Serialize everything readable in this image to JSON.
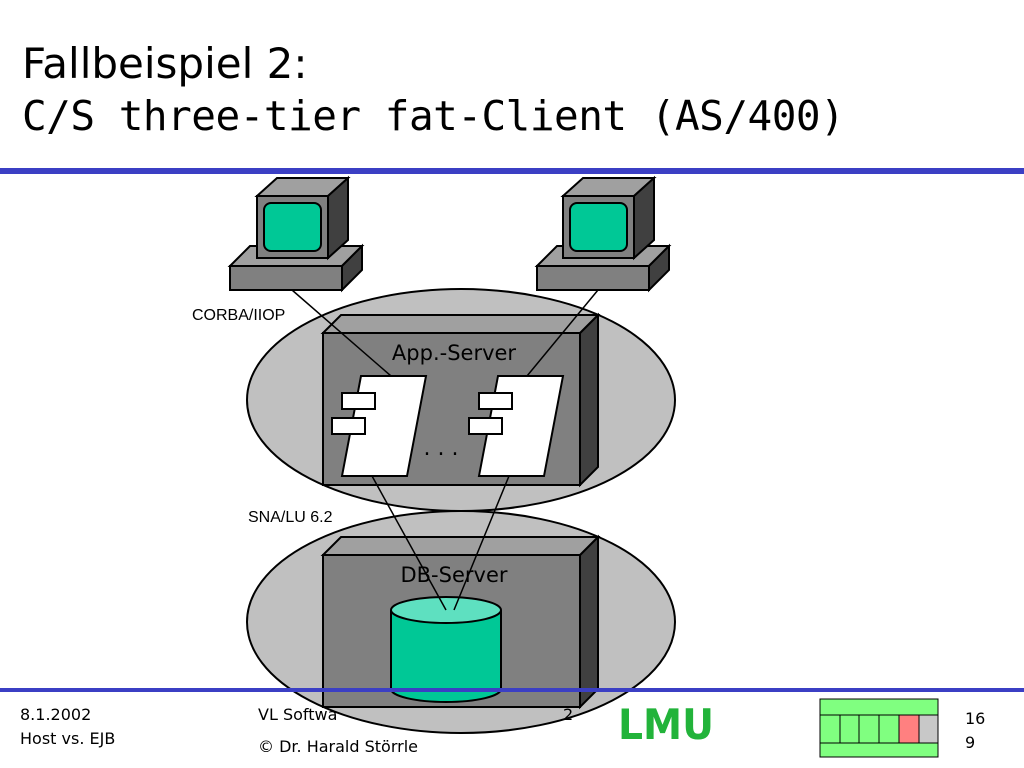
{
  "title": {
    "line1": "Fallbeispiel 2:",
    "line2": "C/S three-tier fat-Client (AS/400)"
  },
  "diagram": {
    "app_server_label": "App.-Server",
    "db_server_label": "DB-Server",
    "ellipsis": ". . .",
    "protocol_top": "CORBA/IIOP",
    "protocol_bottom": "SNA/LU 6.2",
    "logo_text": "LMU"
  },
  "footer": {
    "date": "8.1.2002",
    "subject": "Host vs. EJB",
    "course": "VL Softwa",
    "course_tail": "2",
    "author": "© Dr. Harald Störrle",
    "page_top": "16",
    "page_bottom": "9"
  },
  "colors": {
    "accent_rule": "#3b3fc4",
    "screen_teal": "#00c896",
    "ellipse_gray": "#c0c0c0",
    "server_gray": "#808080",
    "db_top": "#5ee0c0",
    "logo_green": "#22b33a",
    "progress_green": "#80ff80",
    "progress_current": "#ff8080"
  }
}
